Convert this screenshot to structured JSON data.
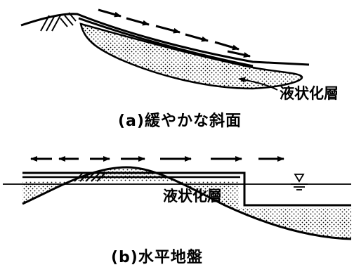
{
  "diagram_a": {
    "caption": "(a)緩やかな斜面",
    "layer_label": "液状化層"
  },
  "diagram_b": {
    "caption": "(b)水平地盤",
    "layer_label": "液状化層"
  },
  "colors": {
    "ink": "#000000",
    "background": "#ffffff"
  }
}
